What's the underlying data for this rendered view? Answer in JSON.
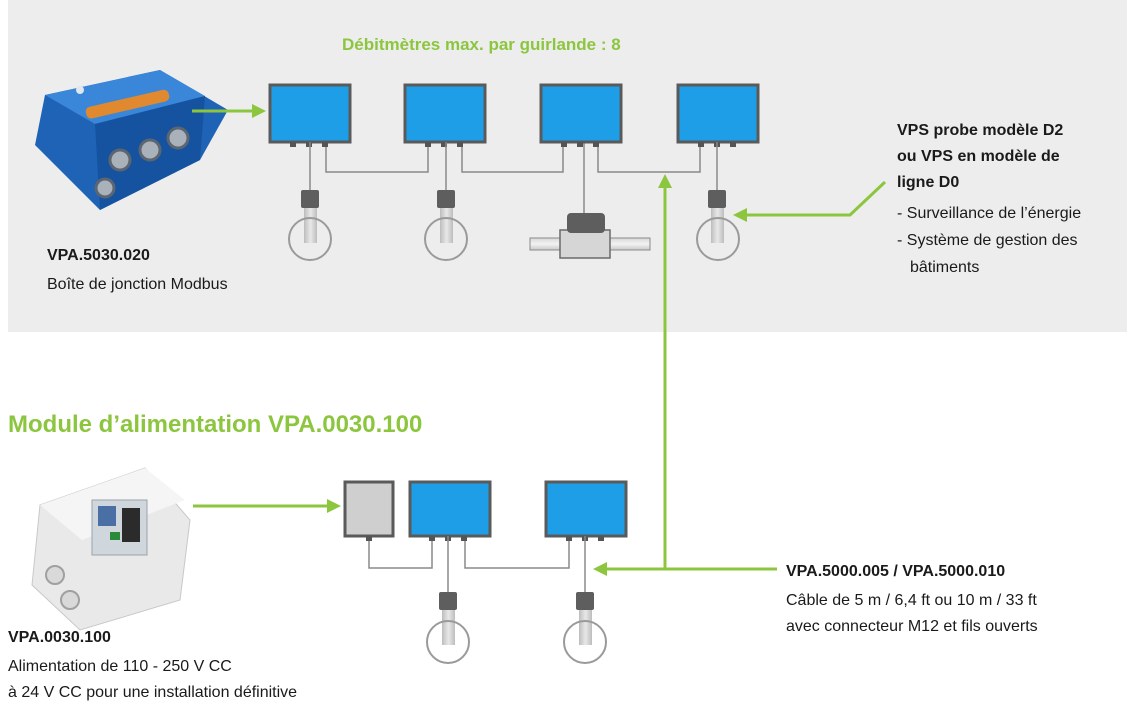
{
  "colors": {
    "accent_green": "#8cc63f",
    "device_blue": "#1e9ee6",
    "panel_bg": "#ededed",
    "line_gray": "#8a8a8a"
  },
  "top": {
    "max_label": "Débitmètres max. par guirlande : 8",
    "junction": {
      "code": "VPA.5030.020",
      "name": "Boîte de jonction Modbus"
    },
    "probe": {
      "title_lines": [
        "VPS probe modèle D2",
        "ou VPS en modèle de",
        "ligne D0"
      ],
      "bullets": [
        "- Surveillance de l’énergie",
        "- Système de gestion des",
        "bâtiments"
      ]
    }
  },
  "bottom": {
    "heading": "Module d’alimentation VPA.0030.100",
    "power": {
      "code": "VPA.0030.100",
      "lines": [
        "Alimentation de 110 - 250 V CC",
        "à 24 V CC pour une installation définitive"
      ]
    },
    "cable": {
      "code": "VPA.5000.005 / VPA.5000.010",
      "lines": [
        "Câble de 5 m / 6,4 ft ou 10 m / 33 ft",
        "avec connecteur M12 et fils ouverts"
      ]
    }
  },
  "icons": [
    "modbus-junction-box-photo",
    "power-module-photo",
    "flowmeter-device-icon",
    "probe-sensor-icon",
    "inline-sensor-icon"
  ]
}
